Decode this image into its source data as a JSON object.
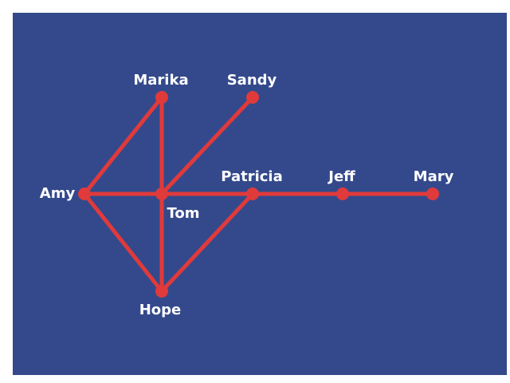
{
  "colors": {
    "background": "#34498c",
    "edge": "#e03a3a",
    "node": "#e03a3a",
    "label": "#ffffff",
    "page": "#ffffff"
  },
  "nodes": [
    {
      "id": "amy",
      "label": "Amy"
    },
    {
      "id": "marika",
      "label": "Marika"
    },
    {
      "id": "sandy",
      "label": "Sandy"
    },
    {
      "id": "tom",
      "label": "Tom"
    },
    {
      "id": "patricia",
      "label": "Patricia"
    },
    {
      "id": "jeff",
      "label": "Jeff"
    },
    {
      "id": "mary",
      "label": "Mary"
    },
    {
      "id": "hope",
      "label": "Hope"
    }
  ],
  "edges": [
    {
      "from": "amy",
      "to": "marika"
    },
    {
      "from": "amy",
      "to": "tom"
    },
    {
      "from": "amy",
      "to": "hope"
    },
    {
      "from": "marika",
      "to": "tom"
    },
    {
      "from": "sandy",
      "to": "tom"
    },
    {
      "from": "tom",
      "to": "hope"
    },
    {
      "from": "tom",
      "to": "patricia"
    },
    {
      "from": "hope",
      "to": "patricia"
    },
    {
      "from": "patricia",
      "to": "jeff"
    },
    {
      "from": "jeff",
      "to": "mary"
    }
  ]
}
